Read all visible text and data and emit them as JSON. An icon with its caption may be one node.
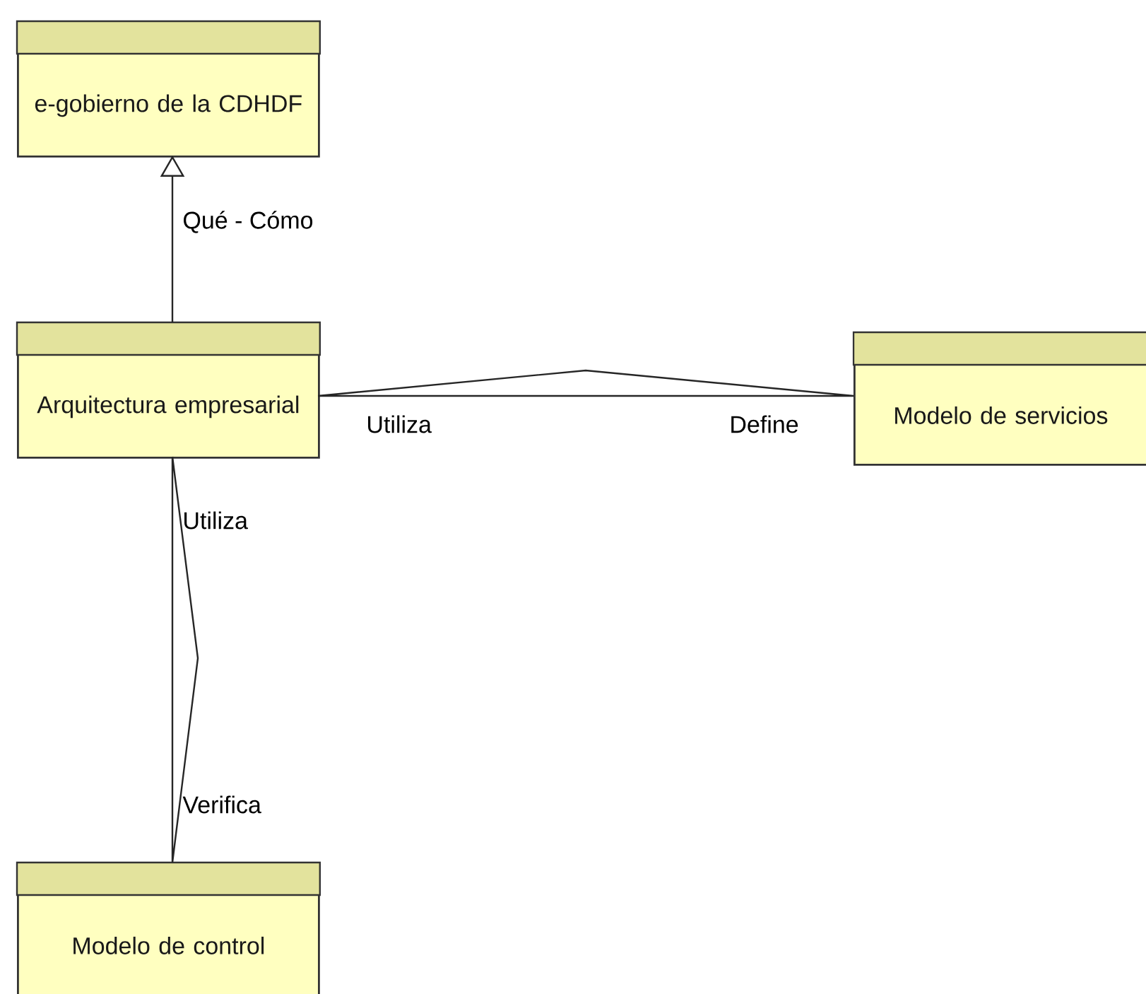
{
  "diagram": {
    "nodes": [
      {
        "text": [
          "e-gobierno de la CDHDF"
        ]
      },
      {
        "text": [
          "Arquitectura empresarial"
        ]
      },
      {
        "text": [
          "Modelo de servicios"
        ]
      },
      {
        "text": [
          "Modelo de control"
        ]
      }
    ],
    "edges": [
      {
        "from": 1,
        "to": 0,
        "arrow": "to",
        "label": "Qué - Cómo"
      },
      {
        "from": 1,
        "to": 2,
        "arrow": "none"
      },
      {
        "from": 1,
        "to": 3,
        "arrow": "none"
      }
    ],
    "labels": [
      "Utiliza",
      "Define",
      "Utiliza",
      "Verifica"
    ]
  }
}
